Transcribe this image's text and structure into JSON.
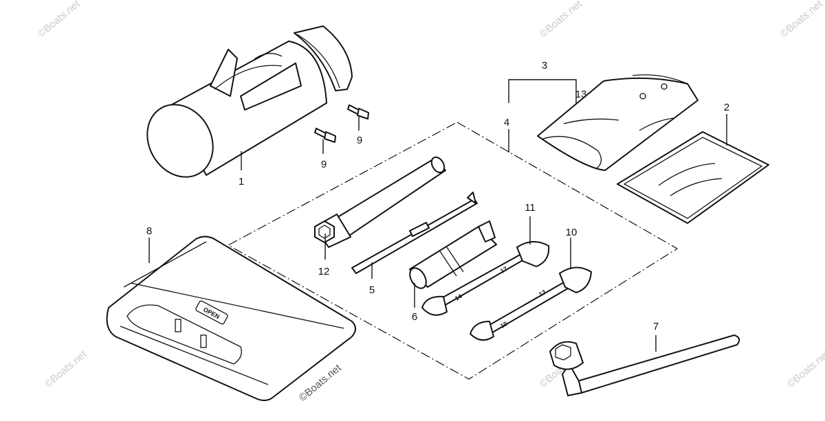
{
  "diagram": {
    "callouts": {
      "c1": "1",
      "c2": "2",
      "c3": "3",
      "c4": "4",
      "c5": "5",
      "c6": "6",
      "c7": "7",
      "c8": "8",
      "c9a": "9",
      "c9b": "9",
      "c10": "10",
      "c11": "11",
      "c12": "12",
      "c13": "13"
    },
    "markings": {
      "case_open": "OPEN",
      "wrench_14": "14",
      "wrench_17": "17",
      "wrench_12": "12",
      "wrench_10": "10"
    },
    "watermark": "©Boats.net"
  }
}
